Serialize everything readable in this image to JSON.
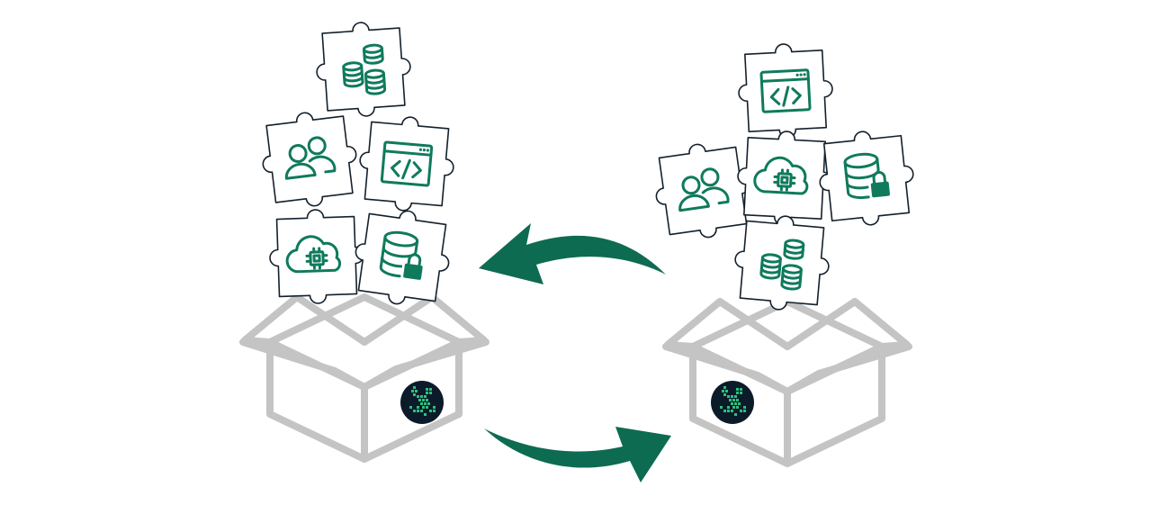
{
  "colors": {
    "accent": "#0f7a5c",
    "arrow": "#0d6b51",
    "box_outline": "#c4c4c4",
    "piece_outline": "#13202c",
    "logo_background": "#0c1b2a",
    "logo_foreground": "#2fbf7d"
  },
  "groups": [
    {
      "side": "left",
      "pieces": [
        {
          "icon": "database-stack-icon"
        },
        {
          "icon": "users-icon"
        },
        {
          "icon": "code-window-icon"
        },
        {
          "icon": "cloud-chip-icon"
        },
        {
          "icon": "database-lock-icon"
        }
      ],
      "box": {
        "badge_icon": "frog-logo-icon"
      }
    },
    {
      "side": "right",
      "pieces": [
        {
          "icon": "code-window-icon"
        },
        {
          "icon": "users-icon"
        },
        {
          "icon": "cloud-chip-icon"
        },
        {
          "icon": "database-lock-icon"
        },
        {
          "icon": "database-stack-icon"
        }
      ],
      "box": {
        "badge_icon": "frog-logo-icon"
      }
    }
  ],
  "arrows": [
    {
      "direction": "right-to-left",
      "position": "top"
    },
    {
      "direction": "left-to-right",
      "position": "bottom"
    }
  ]
}
